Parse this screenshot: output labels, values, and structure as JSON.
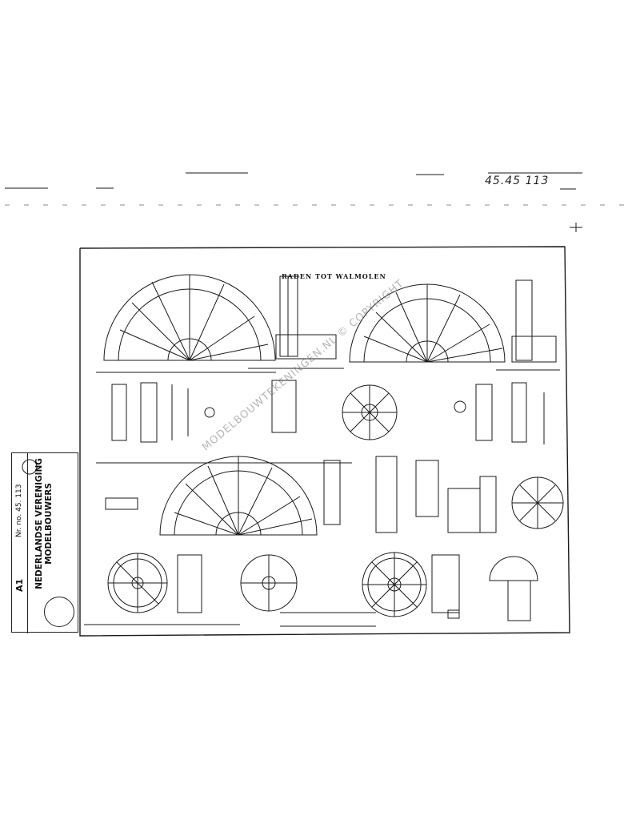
{
  "document": {
    "reference_number": "45.45 113",
    "main_title": "RADEN TOT WALMOLEN",
    "watermark": "MODELBOUWTEKENINGEN.NL © COPYRIGHT",
    "title_block": {
      "organization_line1": "NEDERLANDSE VERENIGING",
      "organization_line2": "MODELBOUWERS",
      "sheet_size": "A1",
      "sheet_number_label": "Nr. no. 45. 113"
    }
  }
}
